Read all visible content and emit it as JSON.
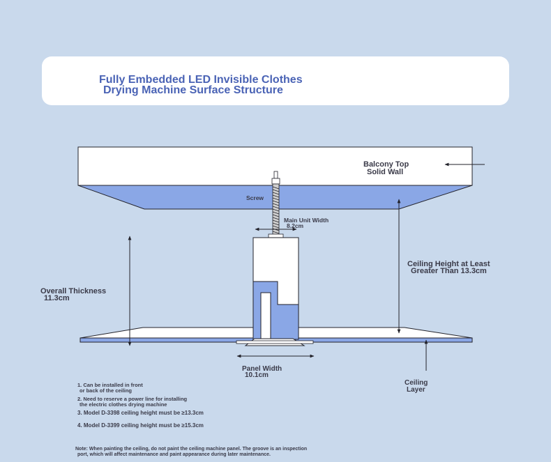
{
  "title": {
    "line1": "Fully Embedded LED Invisible Clothes",
    "line2": "Drying Machine Surface Structure"
  },
  "labels": {
    "balcony": [
      "Balcony Top",
      "Solid Wall"
    ],
    "screw": "Screw",
    "main_unit_width": [
      "Main Unit Width",
      "8.2cm"
    ],
    "ceiling_height": [
      "Ceiling Height at Least",
      "Greater Than 13.3cm"
    ],
    "overall_thickness": [
      "Overall Thickness",
      "11.3cm"
    ],
    "panel_width": [
      "Panel Width",
      "10.1cm"
    ],
    "ceiling_layer": [
      "Ceiling",
      "Layer"
    ]
  },
  "notes": [
    [
      "1. Can be installed in front",
      "or back of the ceiling"
    ],
    [
      "2. Need to reserve a power line for installing",
      "the electric clothes drying machine"
    ],
    [
      "3. Model D-3398 ceiling height must be ≥13.3cm"
    ],
    [
      "4. Model D-3399 ceiling height must be ≥15.3cm"
    ]
  ],
  "footnote": [
    "Note: When painting the ceiling, do not paint the ceiling machine panel. The groove is an inspection",
    "port, which will affect maintenance and paint appearance during later maintenance."
  ],
  "colors": {
    "background": "#c9d9ec",
    "title_text": "#4a63b5",
    "blue_fill": "#8aa7e6",
    "line": "#22222a"
  }
}
